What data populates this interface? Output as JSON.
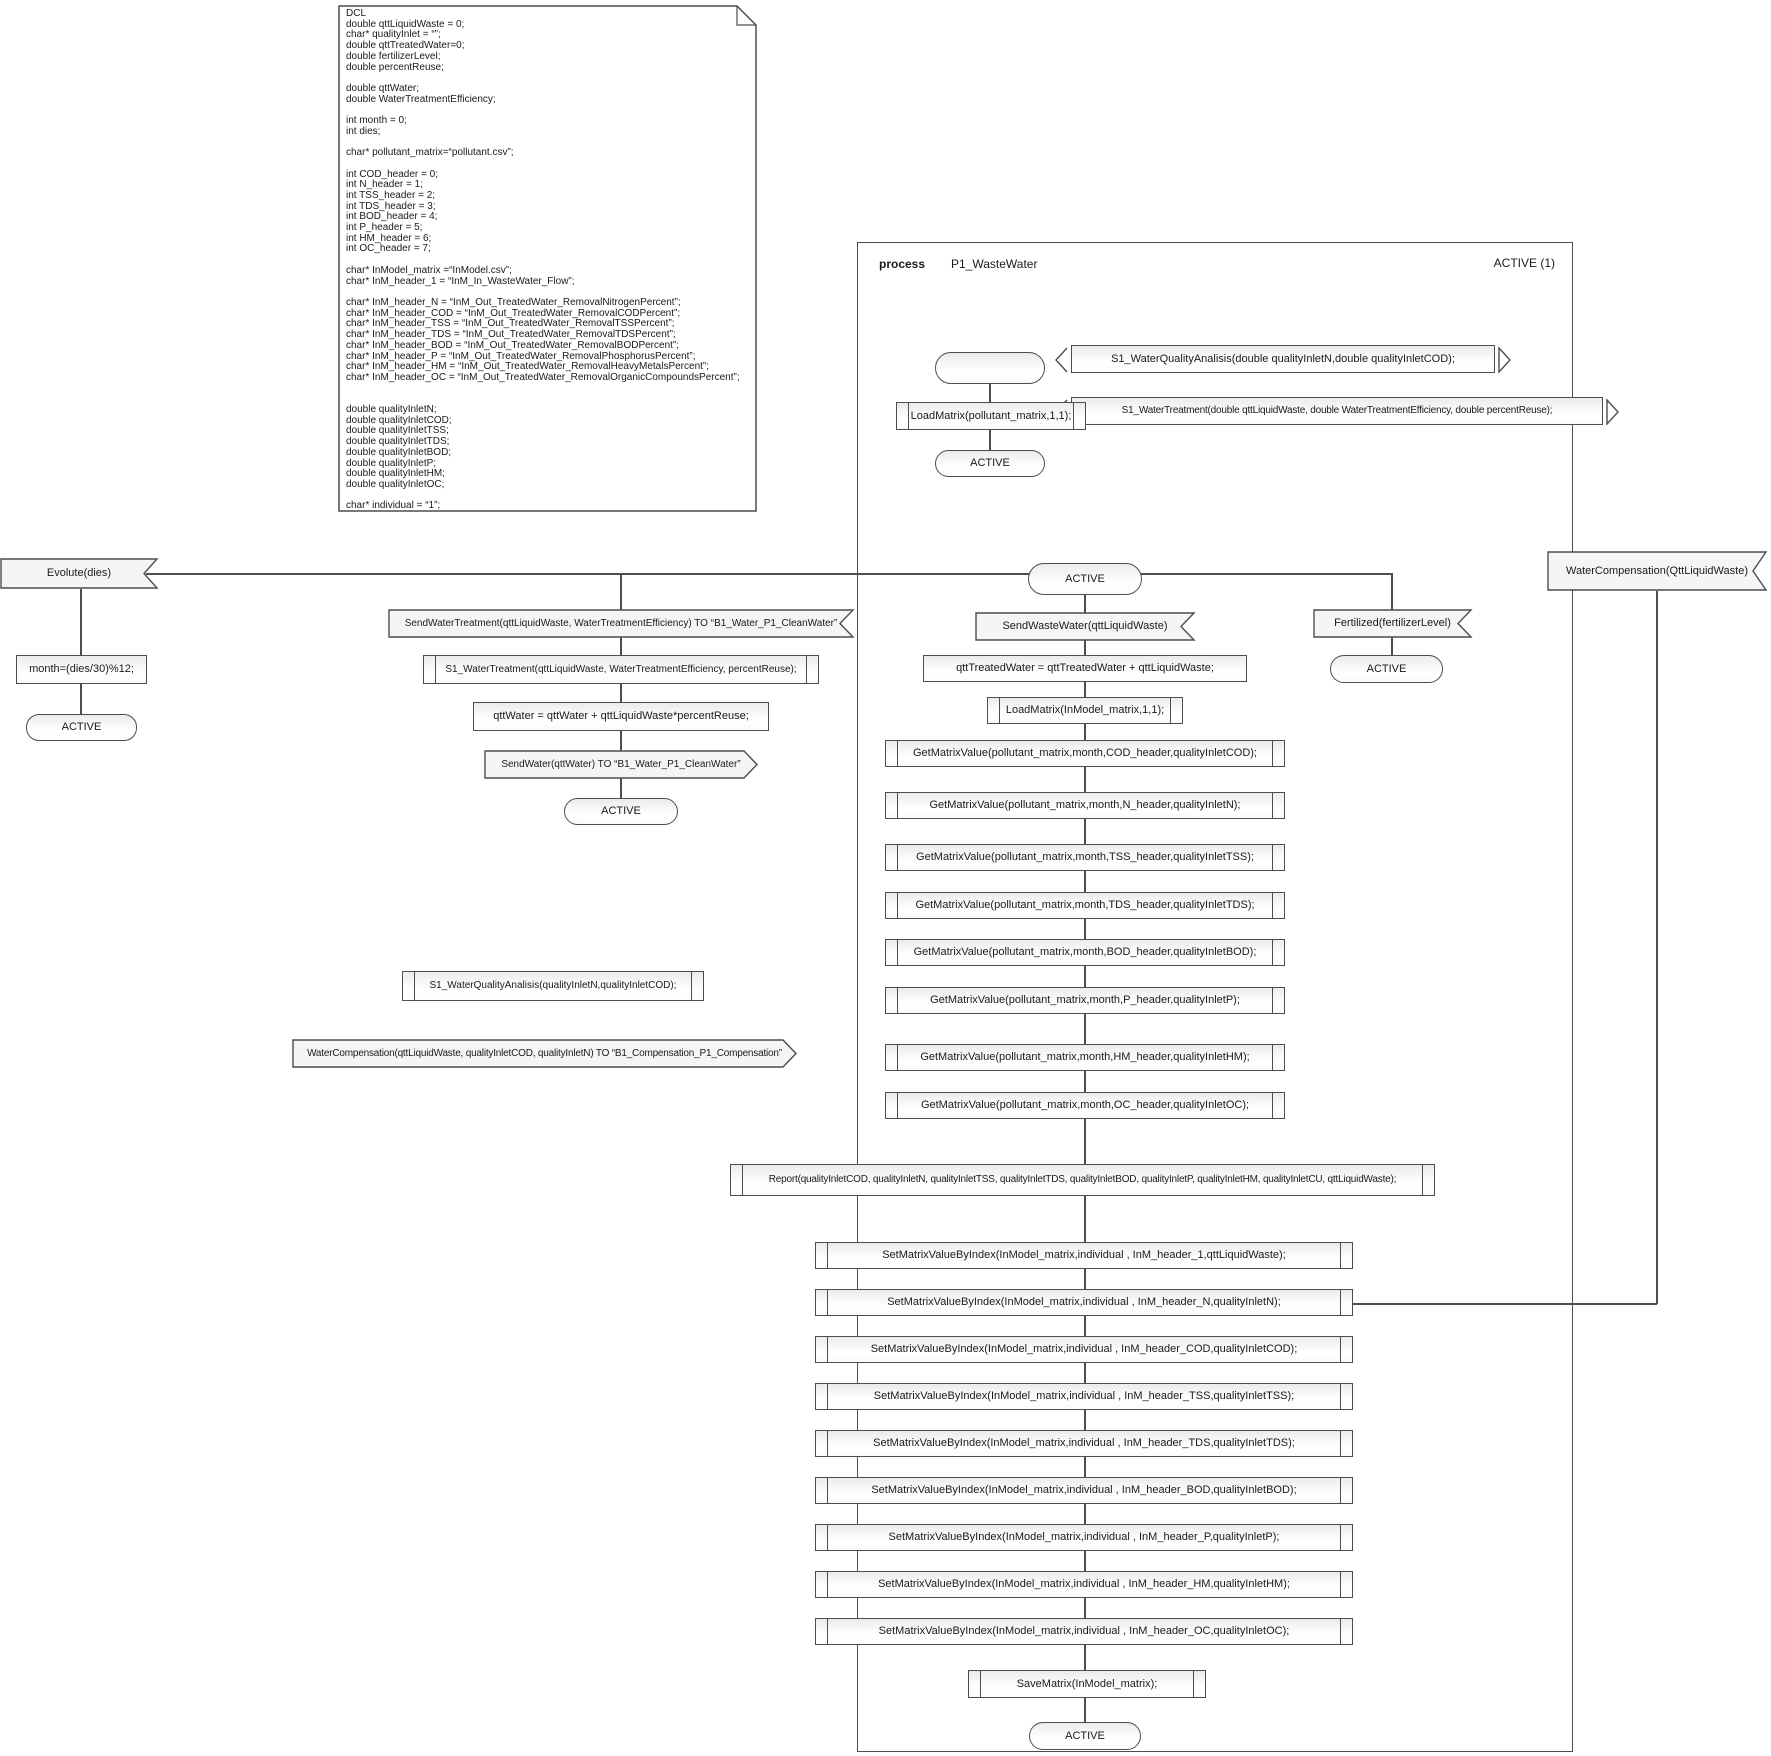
{
  "style": {
    "line_color": "#4d4d4d",
    "box_fill_top": "#ebebeb",
    "box_fill_bottom": "#ffffff",
    "background": "#ffffff"
  },
  "dcl_note": {
    "text": "DCL\ndouble qttLiquidWaste = 0;\nchar* qualityInlet = “”;\ndouble qttTreatedWater=0;\ndouble fertilizerLevel;\ndouble percentReuse;\n\ndouble qttWater;\ndouble WaterTreatmentEfficiency;\n\nint month = 0;\nint dies;\n\nchar* pollutant_matrix=“pollutant.csv”;\n\nint COD_header = 0;\nint N_header = 1;\nint TSS_header = 2;\nint TDS_header = 3;\nint BOD_header = 4;\nint P_header = 5;\nint HM_header = 6;\nint OC_header = 7;\n\nchar* InModel_matrix =“InModel.csv”;\nchar* InM_header_1 = “InM_In_WasteWater_Flow”;\n\nchar* InM_header_N = “InM_Out_TreatedWater_RemovalNitrogenPercent”;\nchar* InM_header_COD = “InM_Out_TreatedWater_RemovalCODPercent”;\nchar* InM_header_TSS = “InM_Out_TreatedWater_RemovalTSSPercent”;\nchar* InM_header_TDS = “InM_Out_TreatedWater_RemovalTDSPercent”;\nchar* InM_header_BOD = “InM_Out_TreatedWater_RemovalBODPercent”;\nchar* InM_header_P = “InM_Out_TreatedWater_RemovalPhosphorusPercent”;\nchar* InM_header_HM = “InM_Out_TreatedWater_RemovalHeavyMetalsPercent”;\nchar* InM_header_OC = “InM_Out_TreatedWater_RemovalOrganicCompoundsPercent”;\n\n\ndouble qualityInletN;\ndouble qualityInletCOD;\ndouble qualityInletTSS;\ndouble qualityInletTDS;\ndouble qualityInletBOD;\ndouble qualityInletP;\ndouble qualityInletHM;\ndouble qualityInletOC;\n\nchar* individual = “1”;"
  },
  "frame": {
    "kind": "process",
    "title": "P1_WasteWater",
    "status": "ACTIVE (1)"
  },
  "banners": {
    "water_quality": "S1_WaterQualityAnalisis(double qualityInletN,double qualityInletCOD);",
    "water_treatment": "S1_WaterTreatment(double qttLiquidWaste, double WaterTreatmentEfficiency, double percentReuse);"
  },
  "start_flow": {
    "load_matrix": "LoadMatrix(pollutant_matrix,1,1);",
    "state": "ACTIVE"
  },
  "left_flow": {
    "receive": "Evolute(dies)",
    "task": "month=(dies/30)%12;",
    "state": "ACTIVE"
  },
  "treatment_flow": {
    "receive": "SendWaterTreatment(qttLiquidWaste, WaterTreatmentEfficiency) TO “B1_Water_P1_CleanWater”",
    "call": "S1_WaterTreatment(qttLiquidWaste, WaterTreatmentEfficiency, percentReuse);",
    "task": "qttWater = qttWater + qttLiquidWaste*percentReuse;",
    "send": "SendWater(qttWater) TO “B1_Water_P1_CleanWater”",
    "state": "ACTIVE"
  },
  "standalone": {
    "analysis_call": "S1_WaterQualityAnalisis(qualityInletN,qualityInletCOD);",
    "compensation_send": "WaterCompensation(qttLiquidWaste, qualityInletCOD, qualityInletN) TO “B1_Compensation_P1_Compensation”"
  },
  "main_flow": {
    "state_top": "ACTIVE",
    "receive": "SendWasteWater(qttLiquidWaste)",
    "task": "qttTreatedWater = qttTreatedWater + qttLiquidWaste;",
    "load": "LoadMatrix(InModel_matrix,1,1);",
    "get_rows": [
      "GetMatrixValue(pollutant_matrix,month,COD_header,qualityInletCOD);",
      "GetMatrixValue(pollutant_matrix,month,N_header,qualityInletN);",
      "GetMatrixValue(pollutant_matrix,month,TSS_header,qualityInletTSS);",
      "GetMatrixValue(pollutant_matrix,month,TDS_header,qualityInletTDS);",
      "GetMatrixValue(pollutant_matrix,month,BOD_header,qualityInletBOD);",
      "GetMatrixValue(pollutant_matrix,month,P_header,qualityInletP);",
      "GetMatrixValue(pollutant_matrix,month,HM_header,qualityInletHM);",
      "GetMatrixValue(pollutant_matrix,month,OC_header,qualityInletOC);"
    ],
    "report": "Report(qualityInletCOD, qualityInletN, qualityInletTSS, qualityInletTDS, qualityInletBOD, qualityInletP, qualityInletHM, qualityInletCU, qttLiquidWaste);",
    "set_rows": [
      "SetMatrixValueByIndex(InModel_matrix,individual , InM_header_1,qttLiquidWaste);",
      "SetMatrixValueByIndex(InModel_matrix,individual , InM_header_N,qualityInletN);",
      "SetMatrixValueByIndex(InModel_matrix,individual , InM_header_COD,qualityInletCOD);",
      "SetMatrixValueByIndex(InModel_matrix,individual , InM_header_TSS,qualityInletTSS);",
      "SetMatrixValueByIndex(InModel_matrix,individual , InM_header_TDS,qualityInletTDS);",
      "SetMatrixValueByIndex(InModel_matrix,individual , InM_header_BOD,qualityInletBOD);",
      "SetMatrixValueByIndex(InModel_matrix,individual , InM_header_P,qualityInletP);",
      "SetMatrixValueByIndex(InModel_matrix,individual , InM_header_HM,qualityInletHM);",
      "SetMatrixValueByIndex(InModel_matrix,individual , InM_header_OC,qualityInletOC);"
    ],
    "save": "SaveMatrix(InModel_matrix);",
    "state_bottom": "ACTIVE"
  },
  "fertilizer_flow": {
    "receive": "Fertilized(fertilizerLevel)",
    "state": "ACTIVE"
  },
  "compensation_flow": {
    "receive": "WaterCompensation(QttLiquidWaste)"
  }
}
